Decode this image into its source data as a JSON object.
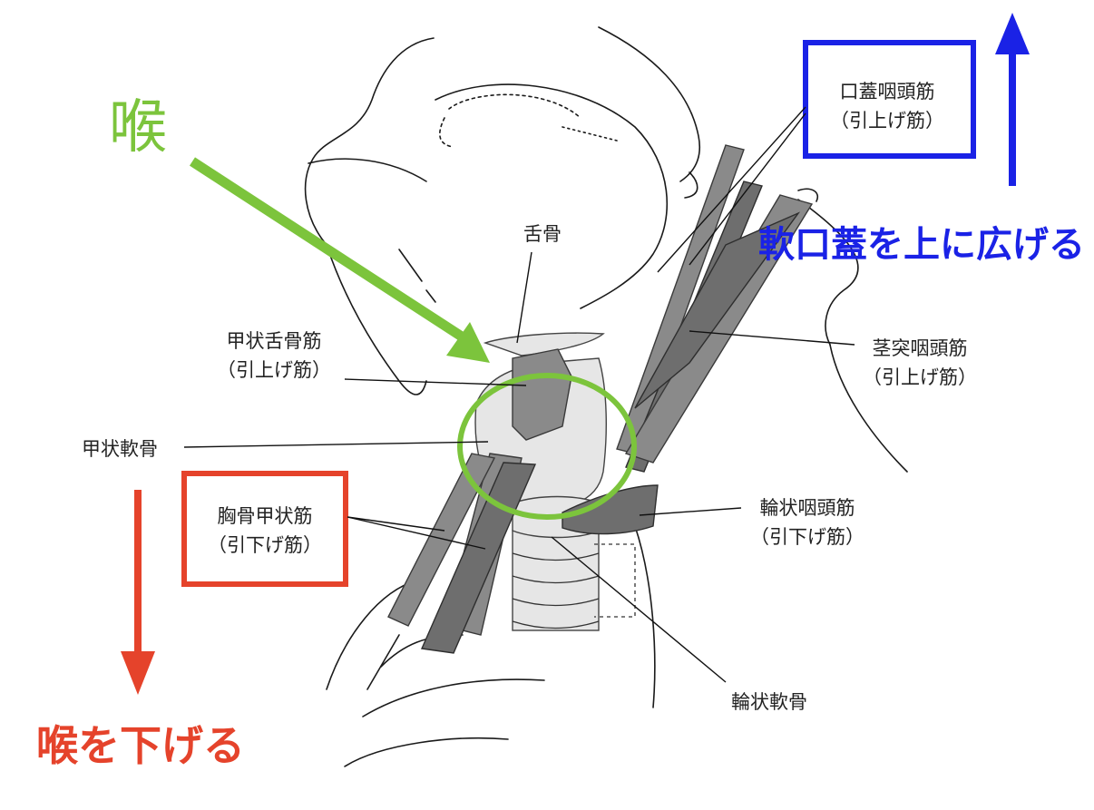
{
  "labels": {
    "hyoid": "舌骨",
    "thyrohyoid": "甲状舌骨筋",
    "thyrohyoid_sub": "（引上げ筋）",
    "thyroid_cartilage": "甲状軟骨",
    "sternothyroid": "胸骨甲状筋",
    "sternothyroid_sub": "（引下げ筋）",
    "palatopharyngeus": "口蓋咽頭筋",
    "palatopharyngeus_sub": "（引上げ筋）",
    "stylopharyngeus": "茎突咽頭筋",
    "stylopharyngeus_sub": "（引上げ筋）",
    "cricopharyngeus": "輪状咽頭筋",
    "cricopharyngeus_sub": "（引下げ筋）",
    "cricoid_cartilage": "輪状軟骨"
  },
  "annotations": {
    "larynx": "喉",
    "soft_palate": "軟口蓋を上に広げる",
    "lower_larynx": "喉を下げる"
  },
  "colors": {
    "green": "#7cc43c",
    "blue": "#1a22e6",
    "red": "#e5432b"
  }
}
